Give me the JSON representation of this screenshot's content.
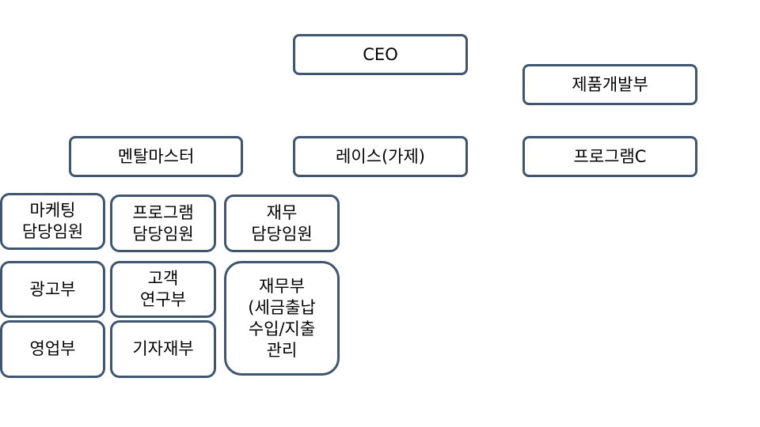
{
  "org_chart": {
    "ceo": "CEO",
    "product_dev": "제품개발부",
    "mental_master": "멘탈마스터",
    "lace": "레이스(가제)",
    "program_c": "프로그램C",
    "marketing_exec": "마케팅\n담당임원",
    "program_exec": "프로그램\n담당임원",
    "finance_exec": "재무\n담당임원",
    "ad_dept": "광고부",
    "customer_research": "고객\n연구부",
    "finance_dept": "재무부\n(세금출납\n수입/지출\n관리",
    "sales_dept": "영업부",
    "equipment_dept": "기자재부"
  }
}
